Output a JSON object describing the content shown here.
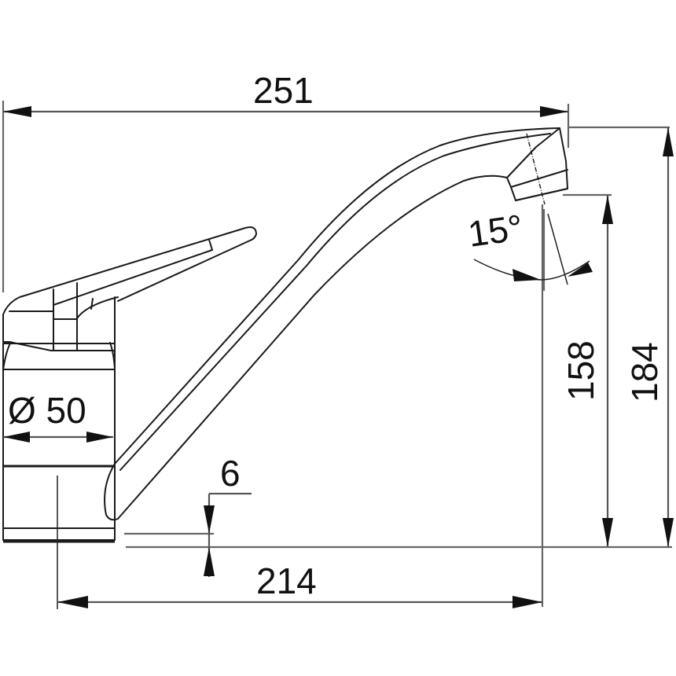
{
  "drawing": {
    "subject": "single-lever kitchen mixer tap",
    "units": "mm",
    "line_color": "#1a1a1a",
    "dimension_color": "#555555",
    "background": "#ffffff"
  },
  "dimensions": {
    "overall_width": "251",
    "spout_reach": "214",
    "outlet_height": "158",
    "overall_height": "184",
    "body_diameter": "Ø 50",
    "base_gap": "6",
    "spout_tilt_angle": "15°"
  }
}
